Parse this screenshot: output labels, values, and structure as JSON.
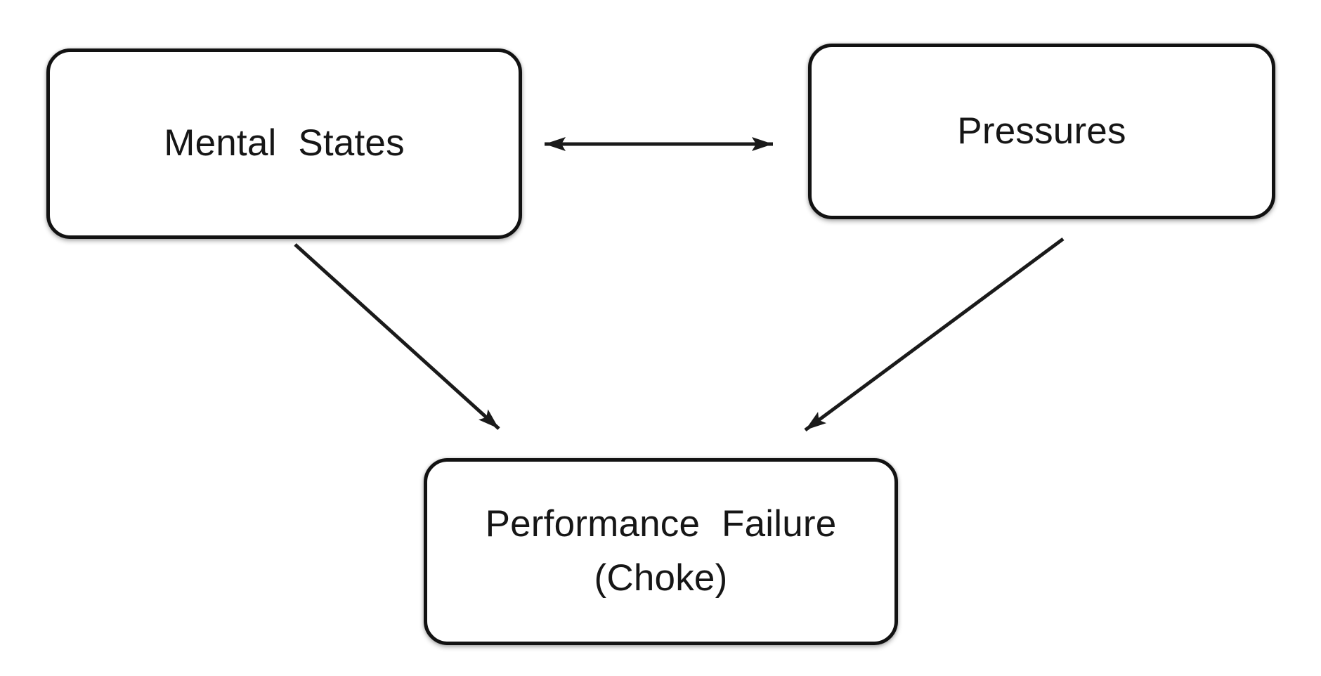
{
  "diagram": {
    "nodes": [
      {
        "id": "mental_states",
        "label": "Mental States"
      },
      {
        "id": "pressures",
        "label": "Pressures"
      },
      {
        "id": "performance_failure",
        "label_line1": "Performance Failure",
        "label_line2": "(Choke)"
      }
    ],
    "edges": [
      {
        "from": "mental_states",
        "to": "pressures",
        "direction": "bidirectional",
        "style": "straight-horizontal"
      },
      {
        "from": "mental_states",
        "to": "performance_failure",
        "direction": "one-way",
        "style": "straight-diagonal"
      },
      {
        "from": "pressures",
        "to": "performance_failure",
        "direction": "one-way",
        "style": "straight-diagonal"
      }
    ],
    "colors": {
      "background": "#ffffff",
      "node_fill": "#ffffff",
      "node_border": "#121212",
      "text": "#161616",
      "arrow": "#1a1a1a"
    }
  }
}
